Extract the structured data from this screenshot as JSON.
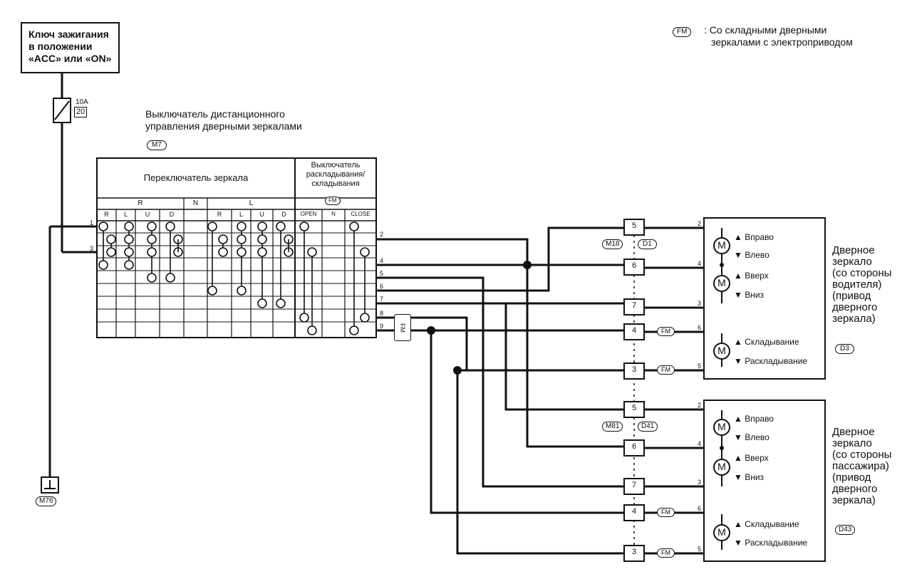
{
  "ignition": {
    "line1": "Ключ зажигания",
    "line2": "в положении",
    "line3": "«ACC» или «ON»"
  },
  "fuse": {
    "rating": "10A",
    "number": "20"
  },
  "ground": {
    "connector": "M76"
  },
  "legend": {
    "badge": "FM",
    "line1": ": Со складными дверными",
    "line2": "зеркалами с электроприводом"
  },
  "remote_switch": {
    "title1": "Выключатель дистанционного",
    "title2": "управления дверными зеркалами",
    "connector": "M7"
  },
  "mirror_switch": {
    "title": "Переключатель зеркала",
    "group_r": "R",
    "group_n": "N",
    "group_l": "L",
    "cols": [
      "R",
      "L",
      "U",
      "D",
      "R",
      "L",
      "U",
      "D"
    ]
  },
  "fold_switch": {
    "title1": "Выключатель",
    "title2": "раскладывания/",
    "title3": "складывания",
    "badge": "FM",
    "cols": [
      "OPEN",
      "N",
      "CLOSE"
    ]
  },
  "left_pins": [
    "1",
    "3"
  ],
  "right_pins": [
    "2",
    "4",
    "5",
    "6",
    "7",
    "8",
    "9"
  ],
  "fm_tag": "FM",
  "upper_connectors": {
    "a": "M18",
    "b": "D1",
    "pins": [
      "5",
      "6",
      "7",
      "4",
      "3"
    ]
  },
  "lower_connectors": {
    "a": "M81",
    "b": "D41",
    "pins": [
      "5",
      "6",
      "7",
      "4",
      "3"
    ]
  },
  "fm_badge": "FM",
  "driver_mirror": {
    "l1": "Дверное",
    "l2": "зеркало",
    "l3": "(со стороны",
    "l4": "водителя)",
    "l5": "(привод",
    "l6": "дверного",
    "l7": "зеркала)",
    "connector": "D3",
    "pins": [
      "2",
      "4",
      "3",
      "6",
      "5"
    ],
    "labels": [
      "Вправо",
      "Влево",
      "Вверх",
      "Вниз",
      "Складывание",
      "Раскладывание"
    ]
  },
  "passenger_mirror": {
    "l1": "Дверное",
    "l2": "зеркало",
    "l3": "(со стороны",
    "l4": "пассажира)",
    "l5": "(привод",
    "l6": "дверного",
    "l7": "зеркала)",
    "connector": "D43",
    "pins": [
      "2",
      "4",
      "3",
      "6",
      "5"
    ],
    "labels": [
      "Вправо",
      "Влево",
      "Вверх",
      "Вниз",
      "Складывание",
      "Раскладывание"
    ]
  },
  "motor_symbol": "M"
}
